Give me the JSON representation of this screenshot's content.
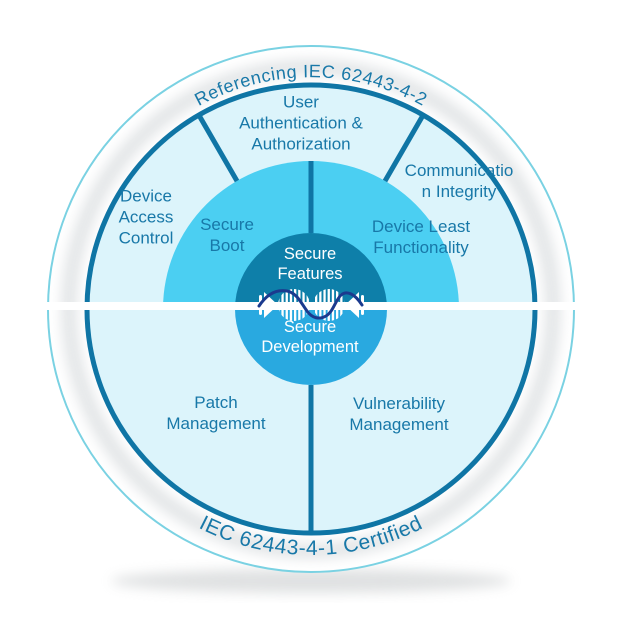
{
  "arc_labels": {
    "top": "Referencing IEC 62443-4-2",
    "bottom": "IEC 62443-4-1 Certified"
  },
  "outer_segments": [
    {
      "id": "device-access-control",
      "lines": [
        "Device",
        "Access",
        "Control"
      ]
    },
    {
      "id": "user-authentication-authorization",
      "lines": [
        "User",
        "Authentication &",
        "Authorization"
      ]
    },
    {
      "id": "communication-integrity",
      "lines": [
        "Communicatio",
        "n Integrity"
      ]
    },
    {
      "id": "patch-management",
      "lines": [
        "Patch",
        "Management"
      ]
    },
    {
      "id": "vulnerability-management",
      "lines": [
        "Vulnerability",
        "Management"
      ]
    }
  ],
  "inner_segments": [
    {
      "id": "secure-boot",
      "lines": [
        "Secure",
        "Boot"
      ]
    },
    {
      "id": "device-least-functionality",
      "lines": [
        "Device Least",
        "Functionality"
      ]
    }
  ],
  "center": {
    "top": {
      "lines": [
        "Secure",
        "Features"
      ]
    },
    "bottom": {
      "lines": [
        "Secure",
        "Development"
      ]
    }
  },
  "icons": {
    "center": "dna-helix-icon"
  },
  "colors": {
    "rim": "#0f75a5",
    "label_text": "#1878a8",
    "light_ring": "#dcf4fb",
    "mid_disc": "#4bcff2",
    "center_top": "#0e7fa9",
    "center_bottom": "#29a9e0",
    "outer_thin_ring": "#7ad2e3",
    "dna_strand": "#1b3a8e",
    "divider_white": "#ffffff",
    "band_shadow": "#c8cdd0"
  }
}
